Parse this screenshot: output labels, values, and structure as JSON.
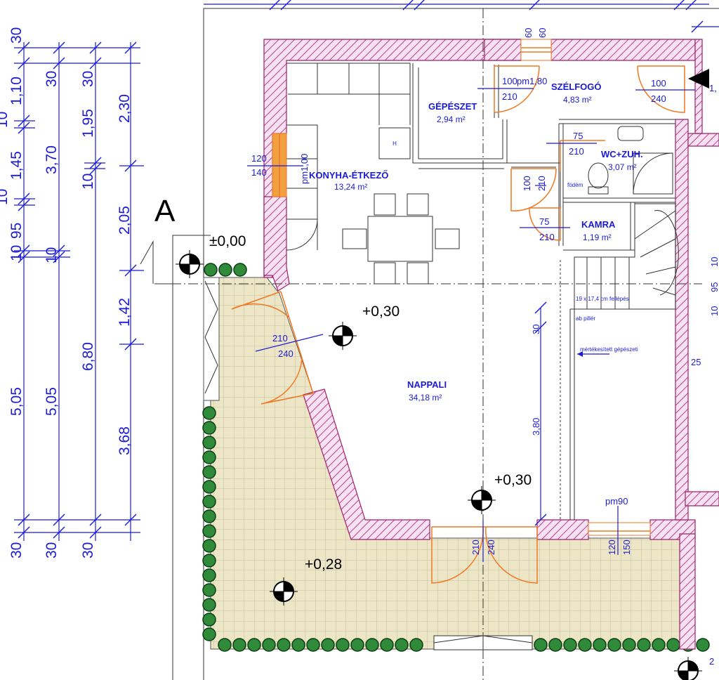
{
  "section_marker": "A",
  "levels": {
    "entrance": "±0,00",
    "living_top": "+0,30",
    "living_bottom": "+0,30",
    "terrace": "+0,28"
  },
  "rooms": {
    "kitchen": {
      "name": "KONYHA-ÉTKEZŐ",
      "area": "13,24 m²"
    },
    "mechanical": {
      "name": "GÉPÉSZET",
      "area": "2,94 m²"
    },
    "vestibule": {
      "name": "SZÉLFOGÓ",
      "area": "4,83 m²"
    },
    "wc": {
      "name": "WC+ZUH.",
      "area": "3,07 m²"
    },
    "pantry": {
      "name": "KAMRA",
      "area": "1,19 m²"
    },
    "living": {
      "name": "NAPPALI",
      "area": "34,18 m²"
    }
  },
  "dimension_chains": {
    "col1": [
      "30",
      "1,10",
      "10",
      "1,45",
      "10",
      "95",
      "10",
      "5,05",
      "30"
    ],
    "col2": [
      "30",
      "3,70",
      "10",
      "5,05",
      "30"
    ],
    "col3": [
      "30",
      "1,95",
      "10",
      "6,80",
      "30"
    ],
    "col4": [
      "2,30",
      "2,05",
      "1,42",
      "3,68"
    ]
  },
  "openings": {
    "kitchen_window": {
      "w": "120",
      "h": "140",
      "sill": "pm1,00"
    },
    "mech_door": {
      "w": "100",
      "h": "210",
      "sill": "pm1,80"
    },
    "top_window": {
      "w1": "60",
      "w2": "60"
    },
    "entrance_door": {
      "w": "100",
      "h": "240"
    },
    "wc_door": {
      "w": "75",
      "h": "210"
    },
    "hall_door": {
      "w": "100",
      "h": "210"
    },
    "pantry_door": {
      "w": "75",
      "h": "210"
    },
    "terrace_door_left": {
      "w": "210",
      "h": "240"
    },
    "terrace_door_bottom": {
      "w": "210",
      "h": "240"
    },
    "right_window": {
      "sill": "pm90",
      "w": "120",
      "h": "150"
    }
  },
  "stairs": {
    "note": "19 x 17,4 cm fellépés",
    "height_dim": "3,80",
    "small_dim": "30",
    "right_dims": [
      "10",
      "95",
      "10",
      "25"
    ],
    "tag_top": "födém",
    "tag_mid": "ab pillér",
    "tag_arrow": "mértékesített gépészeti"
  },
  "right_edge": {
    "fragment": "1,"
  },
  "bottom": {
    "axis_mark": "2"
  }
}
